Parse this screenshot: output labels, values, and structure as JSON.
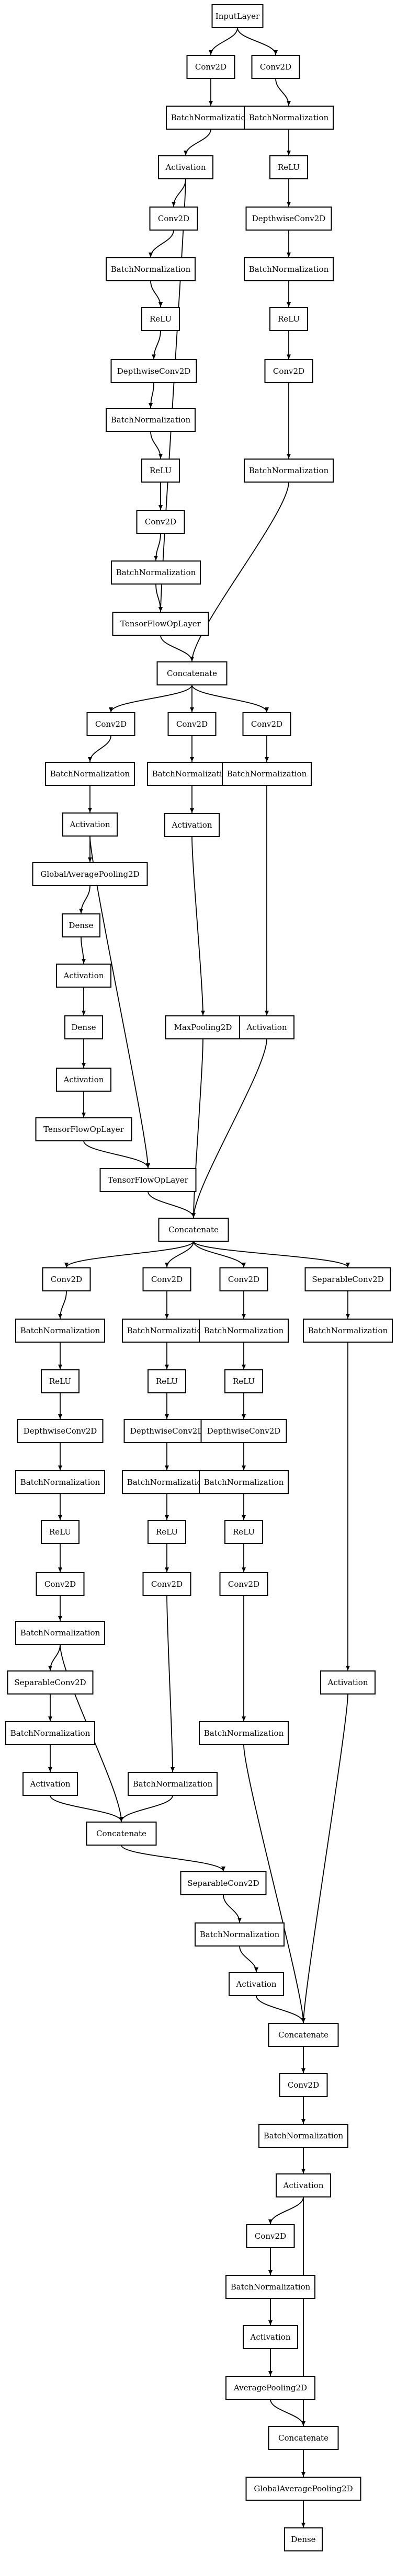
{
  "diagram": {
    "nodes": [
      {
        "id": "n0",
        "label": "InputLayer"
      },
      {
        "id": "n1",
        "label": "Conv2D"
      },
      {
        "id": "n2",
        "label": "Conv2D"
      },
      {
        "id": "n3",
        "label": "BatchNormalization"
      },
      {
        "id": "n4",
        "label": "BatchNormalization"
      },
      {
        "id": "n5",
        "label": "Activation"
      },
      {
        "id": "n6",
        "label": "ReLU"
      },
      {
        "id": "n7",
        "label": "Conv2D"
      },
      {
        "id": "n8",
        "label": "DepthwiseConv2D"
      },
      {
        "id": "n9",
        "label": "BatchNormalization"
      },
      {
        "id": "n10",
        "label": "BatchNormalization"
      },
      {
        "id": "n11",
        "label": "ReLU"
      },
      {
        "id": "n12",
        "label": "ReLU"
      },
      {
        "id": "n13",
        "label": "DepthwiseConv2D"
      },
      {
        "id": "n14",
        "label": "Conv2D"
      },
      {
        "id": "n15",
        "label": "BatchNormalization"
      },
      {
        "id": "n16",
        "label": "BatchNormalization"
      },
      {
        "id": "n17",
        "label": "ReLU"
      },
      {
        "id": "n18",
        "label": "Conv2D"
      },
      {
        "id": "n19",
        "label": "BatchNormalization"
      },
      {
        "id": "n20",
        "label": "TensorFlowOpLayer"
      },
      {
        "id": "n21",
        "label": "Concatenate"
      },
      {
        "id": "n22",
        "label": "Conv2D"
      },
      {
        "id": "n23",
        "label": "Conv2D"
      },
      {
        "id": "n24",
        "label": "Conv2D"
      },
      {
        "id": "n25",
        "label": "BatchNormalization"
      },
      {
        "id": "n26",
        "label": "BatchNormalization"
      },
      {
        "id": "n27",
        "label": "BatchNormalization"
      },
      {
        "id": "n28",
        "label": "Activation"
      },
      {
        "id": "n29",
        "label": "Activation"
      },
      {
        "id": "n30",
        "label": "GlobalAveragePooling2D"
      },
      {
        "id": "n31",
        "label": "Dense"
      },
      {
        "id": "n32",
        "label": "Activation"
      },
      {
        "id": "n33",
        "label": "MaxPooling2D"
      },
      {
        "id": "n34",
        "label": "Activation"
      },
      {
        "id": "n35",
        "label": "Dense"
      },
      {
        "id": "n36",
        "label": "Activation"
      },
      {
        "id": "n37",
        "label": "TensorFlowOpLayer"
      },
      {
        "id": "n38",
        "label": "TensorFlowOpLayer"
      },
      {
        "id": "n39",
        "label": "Concatenate"
      },
      {
        "id": "n40",
        "label": "Conv2D"
      },
      {
        "id": "n41",
        "label": "Conv2D"
      },
      {
        "id": "n42",
        "label": "Conv2D"
      },
      {
        "id": "n43",
        "label": "SeparableConv2D"
      },
      {
        "id": "n44",
        "label": "BatchNormalization"
      },
      {
        "id": "n45",
        "label": "BatchNormalization"
      },
      {
        "id": "n46",
        "label": "BatchNormalization"
      },
      {
        "id": "n47",
        "label": "BatchNormalization"
      },
      {
        "id": "n48",
        "label": "ReLU"
      },
      {
        "id": "n49",
        "label": "ReLU"
      },
      {
        "id": "n50",
        "label": "ReLU"
      },
      {
        "id": "n51",
        "label": "DepthwiseConv2D"
      },
      {
        "id": "n52",
        "label": "DepthwiseConv2D"
      },
      {
        "id": "n53",
        "label": "DepthwiseConv2D"
      },
      {
        "id": "n54",
        "label": "BatchNormalization"
      },
      {
        "id": "n55",
        "label": "BatchNormalization"
      },
      {
        "id": "n56",
        "label": "BatchNormalization"
      },
      {
        "id": "n57",
        "label": "ReLU"
      },
      {
        "id": "n58",
        "label": "ReLU"
      },
      {
        "id": "n59",
        "label": "ReLU"
      },
      {
        "id": "n60",
        "label": "Conv2D"
      },
      {
        "id": "n61",
        "label": "Conv2D"
      },
      {
        "id": "n62",
        "label": "Conv2D"
      },
      {
        "id": "n63",
        "label": "BatchNormalization"
      },
      {
        "id": "n64",
        "label": "SeparableConv2D"
      },
      {
        "id": "n65",
        "label": "Activation"
      },
      {
        "id": "n66",
        "label": "BatchNormalization"
      },
      {
        "id": "n67",
        "label": "BatchNormalization"
      },
      {
        "id": "n68",
        "label": "Activation"
      },
      {
        "id": "n69",
        "label": "BatchNormalization"
      },
      {
        "id": "n70",
        "label": "Concatenate"
      },
      {
        "id": "n71",
        "label": "SeparableConv2D"
      },
      {
        "id": "n72",
        "label": "BatchNormalization"
      },
      {
        "id": "n73",
        "label": "Activation"
      },
      {
        "id": "n74",
        "label": "Concatenate"
      },
      {
        "id": "n75",
        "label": "Conv2D"
      },
      {
        "id": "n76",
        "label": "BatchNormalization"
      },
      {
        "id": "n77",
        "label": "Activation"
      },
      {
        "id": "n78",
        "label": "Conv2D"
      },
      {
        "id": "n79",
        "label": "BatchNormalization"
      },
      {
        "id": "n80",
        "label": "Activation"
      },
      {
        "id": "n81",
        "label": "AveragePooling2D"
      },
      {
        "id": "n82",
        "label": "Concatenate"
      },
      {
        "id": "n83",
        "label": "GlobalAveragePooling2D"
      },
      {
        "id": "n84",
        "label": "Dense"
      }
    ],
    "edges": [
      [
        "n0",
        "n1"
      ],
      [
        "n0",
        "n2"
      ],
      [
        "n1",
        "n3"
      ],
      [
        "n2",
        "n4"
      ],
      [
        "n3",
        "n5"
      ],
      [
        "n4",
        "n6"
      ],
      [
        "n5",
        "n7"
      ],
      [
        "n5",
        "n20"
      ],
      [
        "n6",
        "n8"
      ],
      [
        "n7",
        "n9"
      ],
      [
        "n8",
        "n10"
      ],
      [
        "n9",
        "n11"
      ],
      [
        "n10",
        "n12"
      ],
      [
        "n11",
        "n13"
      ],
      [
        "n12",
        "n14"
      ],
      [
        "n13",
        "n15"
      ],
      [
        "n14",
        "n16"
      ],
      [
        "n15",
        "n17"
      ],
      [
        "n17",
        "n18"
      ],
      [
        "n18",
        "n19"
      ],
      [
        "n19",
        "n20"
      ],
      [
        "n20",
        "n21"
      ],
      [
        "n16",
        "n21"
      ],
      [
        "n21",
        "n22"
      ],
      [
        "n21",
        "n23"
      ],
      [
        "n21",
        "n24"
      ],
      [
        "n22",
        "n25"
      ],
      [
        "n23",
        "n26"
      ],
      [
        "n24",
        "n27"
      ],
      [
        "n25",
        "n28"
      ],
      [
        "n26",
        "n29"
      ],
      [
        "n27",
        "n34"
      ],
      [
        "n28",
        "n30"
      ],
      [
        "n28",
        "n38"
      ],
      [
        "n30",
        "n31"
      ],
      [
        "n31",
        "n32"
      ],
      [
        "n32",
        "n35"
      ],
      [
        "n35",
        "n36"
      ],
      [
        "n36",
        "n37"
      ],
      [
        "n37",
        "n38"
      ],
      [
        "n29",
        "n33"
      ],
      [
        "n38",
        "n39"
      ],
      [
        "n33",
        "n39"
      ],
      [
        "n34",
        "n39"
      ],
      [
        "n39",
        "n40"
      ],
      [
        "n39",
        "n41"
      ],
      [
        "n39",
        "n42"
      ],
      [
        "n39",
        "n43"
      ],
      [
        "n40",
        "n44"
      ],
      [
        "n41",
        "n45"
      ],
      [
        "n42",
        "n46"
      ],
      [
        "n43",
        "n47"
      ],
      [
        "n44",
        "n48"
      ],
      [
        "n45",
        "n49"
      ],
      [
        "n46",
        "n50"
      ],
      [
        "n48",
        "n51"
      ],
      [
        "n49",
        "n52"
      ],
      [
        "n50",
        "n53"
      ],
      [
        "n51",
        "n54"
      ],
      [
        "n52",
        "n55"
      ],
      [
        "n53",
        "n56"
      ],
      [
        "n54",
        "n57"
      ],
      [
        "n55",
        "n58"
      ],
      [
        "n56",
        "n59"
      ],
      [
        "n57",
        "n60"
      ],
      [
        "n58",
        "n61"
      ],
      [
        "n59",
        "n62"
      ],
      [
        "n60",
        "n63"
      ],
      [
        "n63",
        "n64"
      ],
      [
        "n63",
        "n70"
      ],
      [
        "n64",
        "n66"
      ],
      [
        "n66",
        "n68"
      ],
      [
        "n68",
        "n70"
      ],
      [
        "n61",
        "n69"
      ],
      [
        "n69",
        "n70"
      ],
      [
        "n62",
        "n67"
      ],
      [
        "n47",
        "n65"
      ],
      [
        "n70",
        "n71"
      ],
      [
        "n71",
        "n72"
      ],
      [
        "n72",
        "n73"
      ],
      [
        "n73",
        "n74"
      ],
      [
        "n67",
        "n74"
      ],
      [
        "n65",
        "n74"
      ],
      [
        "n74",
        "n75"
      ],
      [
        "n75",
        "n76"
      ],
      [
        "n76",
        "n77"
      ],
      [
        "n77",
        "n78"
      ],
      [
        "n78",
        "n79"
      ],
      [
        "n79",
        "n80"
      ],
      [
        "n80",
        "n81"
      ],
      [
        "n81",
        "n82"
      ],
      [
        "n77",
        "n82"
      ],
      [
        "n82",
        "n83"
      ],
      [
        "n83",
        "n84"
      ]
    ]
  }
}
